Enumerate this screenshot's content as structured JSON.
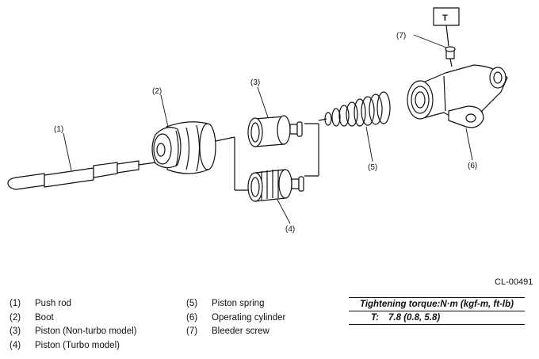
{
  "diagram": {
    "callouts": {
      "push_rod": "(1)",
      "boot": "(2)",
      "piston_non_turbo": "(3)",
      "piston_turbo": "(4)",
      "piston_spring": "(5)",
      "operating_cylinder": "(6)",
      "bleeder_screw": "(7)"
    },
    "torque_box_symbol": "T"
  },
  "doc_code": "CL-00491",
  "legend": {
    "left": [
      {
        "num": "(1)",
        "label": "Push rod"
      },
      {
        "num": "(2)",
        "label": "Boot"
      },
      {
        "num": "(3)",
        "label": "Piston (Non-turbo model)"
      },
      {
        "num": "(4)",
        "label": "Piston (Turbo model)"
      }
    ],
    "right": [
      {
        "num": "(5)",
        "label": "Piston spring"
      },
      {
        "num": "(6)",
        "label": "Operating cylinder"
      },
      {
        "num": "(7)",
        "label": "Bleeder screw"
      }
    ]
  },
  "torque": {
    "heading": "Tightening torque:N·m (kgf-m, ft-lb)",
    "symbol": "T:",
    "value": "7.8 (0.8, 5.8)"
  }
}
